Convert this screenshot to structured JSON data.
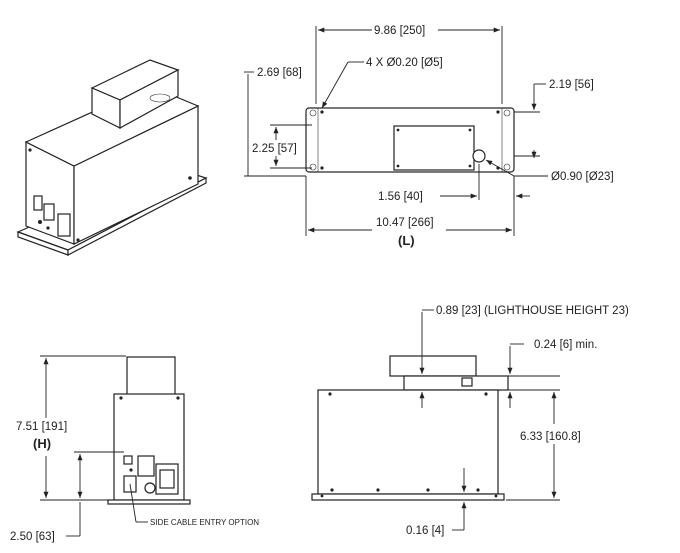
{
  "top_view": {
    "width_overall": "9.86 [250]",
    "hole_callout": "4 X Ø0.20 [Ø5]",
    "left_offset": "2.69 [68]",
    "right_offset": "2.19 [56]",
    "hole_spacing_vertical": "2.25 [57]",
    "cable_hole": "Ø0.90 [Ø23]",
    "cable_offset": "1.56 [40]",
    "length": "10.47 [266]",
    "length_symbol": "(L)"
  },
  "side_view": {
    "height": "7.51 [191]",
    "height_symbol": "(H)",
    "base_height": "2.50 [63]",
    "cable_option": "SIDE CABLE ENTRY OPTION"
  },
  "front_view": {
    "lighthouse": "0.89 [23] (LIGHTHOUSE HEIGHT 23)",
    "min_clearance": "0.24 [6] min.",
    "body_height": "6.33 [160.8]",
    "foot_height": "0.16 [4]"
  }
}
